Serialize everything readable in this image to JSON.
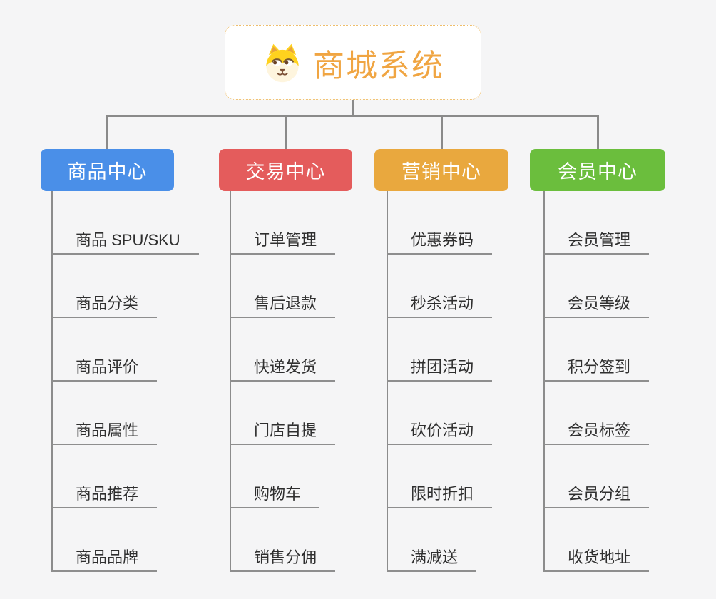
{
  "root": {
    "title": "商城系统",
    "icon": "dog-icon",
    "title_color": "#F0A542",
    "border_color": "#EFBE6B"
  },
  "connector_color": "#8A8A8A",
  "background_color": "#F5F5F6",
  "branches": [
    {
      "name": "product-center",
      "label": "商品中心",
      "color": "#4A8FE8",
      "items": [
        "商品 SPU/SKU",
        "商品分类",
        "商品评价",
        "商品属性",
        "商品推荐",
        "商品品牌"
      ]
    },
    {
      "name": "trade-center",
      "label": "交易中心",
      "color": "#E45C5C",
      "items": [
        "订单管理",
        "售后退款",
        "快递发货",
        "门店自提",
        "购物车",
        "销售分佣"
      ]
    },
    {
      "name": "marketing-center",
      "label": "营销中心",
      "color": "#E9A83E",
      "items": [
        "优惠券码",
        "秒杀活动",
        "拼团活动",
        "砍价活动",
        "限时折扣",
        "满减送"
      ]
    },
    {
      "name": "member-center",
      "label": "会员中心",
      "color": "#6BBE3D",
      "items": [
        "会员管理",
        "会员等级",
        "积分签到",
        "会员标签",
        "会员分组",
        "收货地址"
      ]
    }
  ]
}
